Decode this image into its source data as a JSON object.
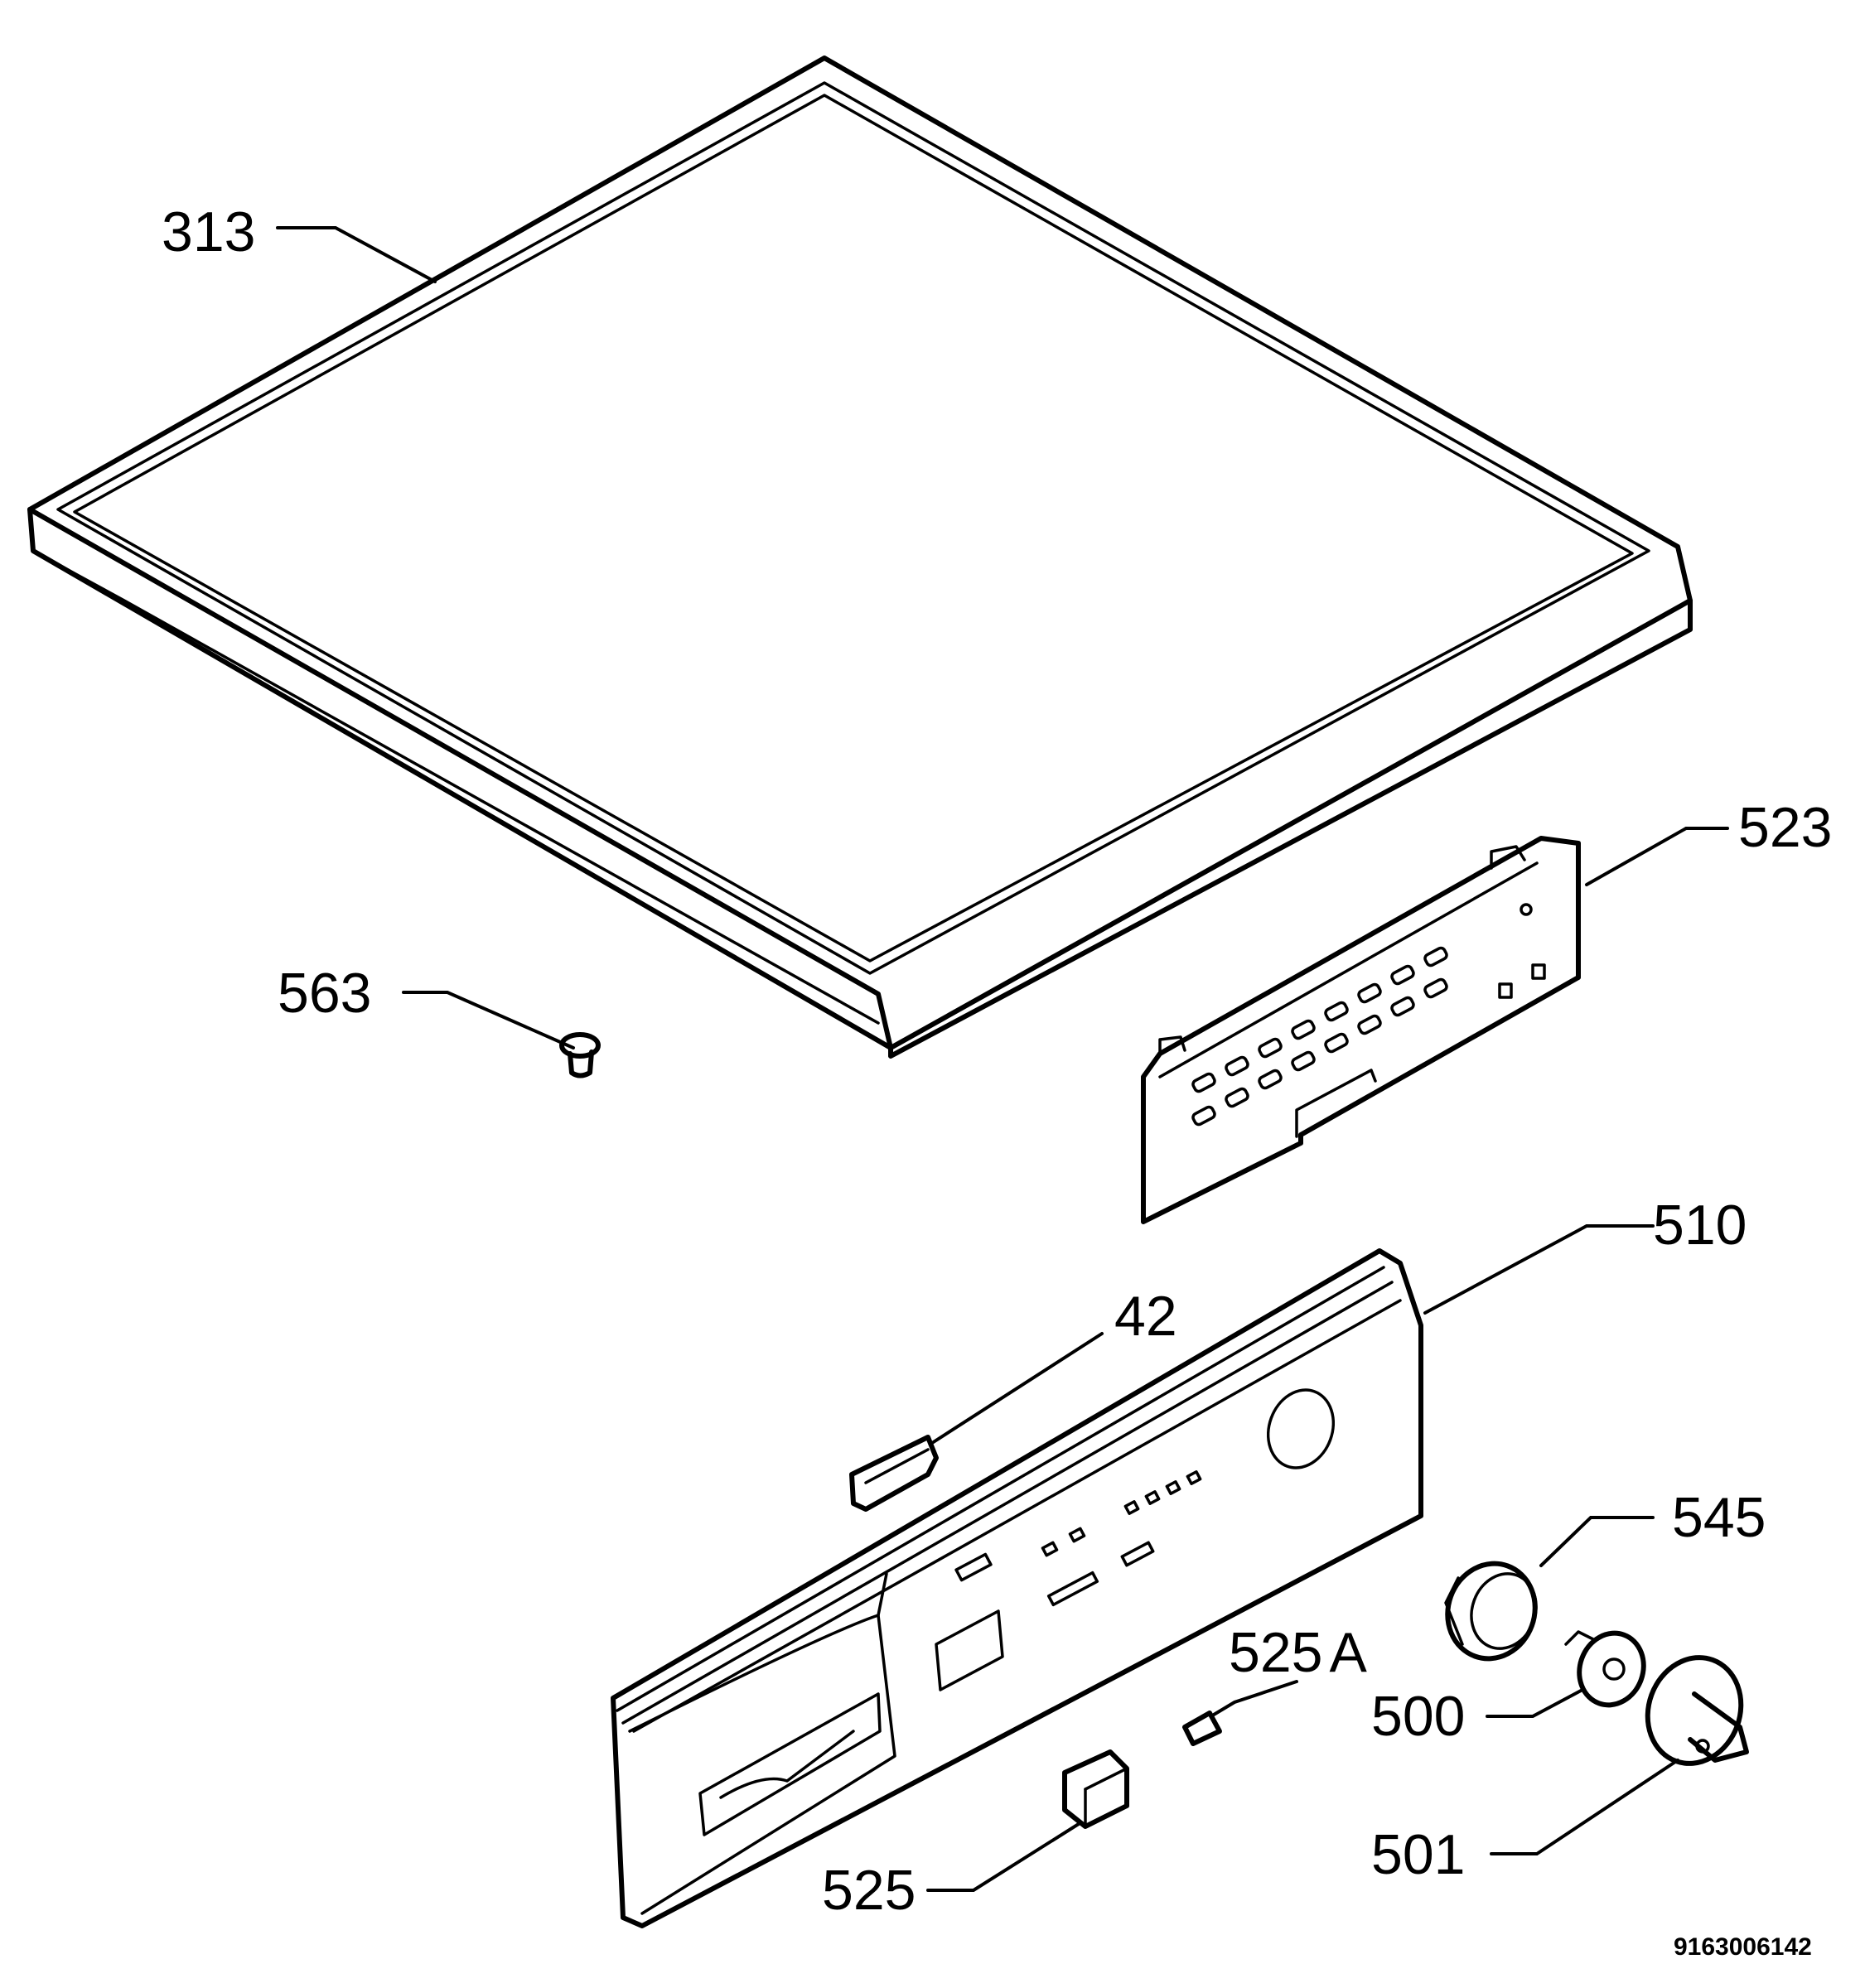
{
  "callouts": {
    "p313": "313",
    "p523": "523",
    "p563": "563",
    "p510": "510",
    "p42": "42",
    "p545": "545",
    "p525A": "525",
    "p525A_suffix": "A",
    "p500": "500",
    "p501": "501",
    "p525": "525"
  },
  "document_number": "9163006142"
}
